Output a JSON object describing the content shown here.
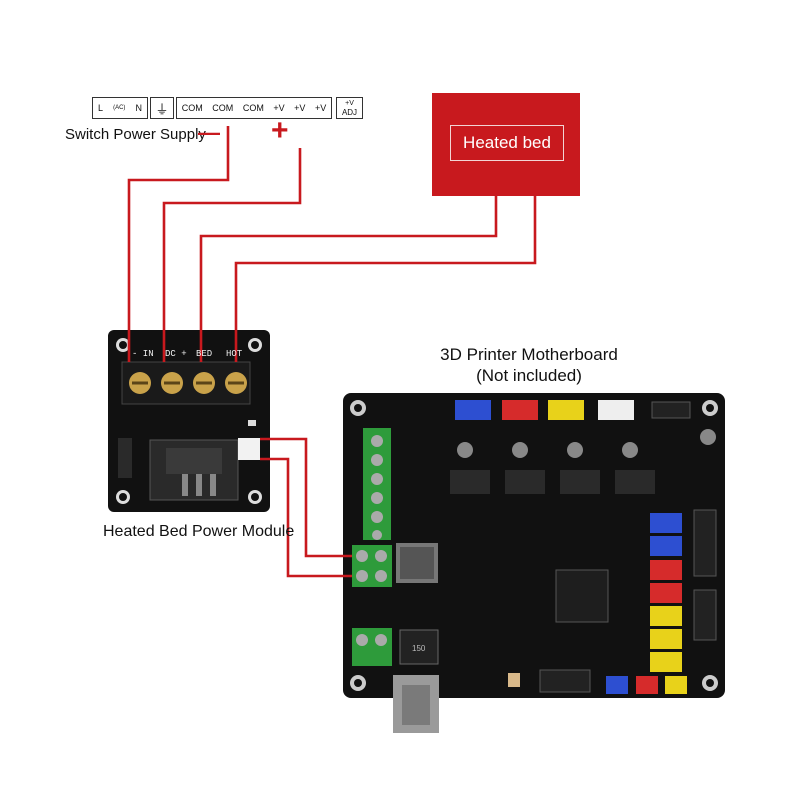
{
  "power_supply": {
    "label": "Switch Power Supply",
    "terminals": {
      "ac_l": "L",
      "ac_n": "N",
      "ac_sub": "(AC)",
      "ground": "⏚",
      "com": "COM",
      "vplus": "+V",
      "adj_top": "+V",
      "adj_bottom": "ADJ"
    },
    "minus_sign": "—",
    "plus_sign": "+"
  },
  "heated_bed": {
    "label": "Heated bed",
    "color": "#c8191e"
  },
  "power_module": {
    "label": "Heated Bed Power Module",
    "terminals": [
      "- IN",
      "DC +",
      "BED",
      "HOT"
    ]
  },
  "motherboard": {
    "title": "3D Printer Motherboard",
    "subtitle": "(Not included)",
    "chip_label": "150"
  },
  "colors": {
    "wire": "#c8191e",
    "board": "#111111",
    "terminal_green": "#2e9b3b"
  }
}
